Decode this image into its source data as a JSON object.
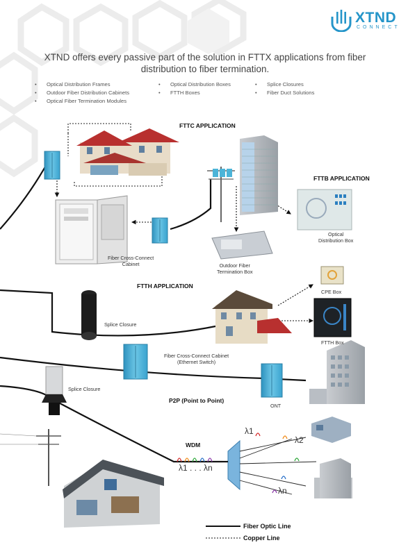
{
  "brand": {
    "name": "XTND",
    "tagline": "CONNECT",
    "color": "#2595c9"
  },
  "intro": "XTND offers every passive part of the solution in FTTX applications from fiber distribution to fiber termination.",
  "bullets": {
    "col1": [
      "Optical Distribution Frames",
      "Outdoor Fiber Distribution Cabinets",
      "Optical Fiber Termination Modules"
    ],
    "col2": [
      "Optical Distribution Boxes",
      "FTTH Boxes"
    ],
    "col3": [
      "Splice Closures",
      "Fiber Duct Solutions"
    ]
  },
  "sections": {
    "fttc": "FTTC APPLICATION",
    "fttb": "FTTB APPLICATION",
    "ftth": "FTTH APPLICATION",
    "p2p": "P2P (Point to Point)",
    "wdm": "WDM"
  },
  "labels": {
    "fiber_cross_connect_cabinet": "Fiber Cross-Connect\nCabinet",
    "outdoor_fiber_termination_box": "Outdoor Fiber\nTermination Box",
    "optical_distribution_box": "Optical\nDistribution Box",
    "splice_closure_ftth": "Splice Closure",
    "cpe_box": "CPE Box",
    "ftth_box": "FTTH Box",
    "fcc_ethernet": "Fiber Cross-Connect Cabinet\n(Ethernet Switch)",
    "splice_closure_p2p": "Splice Closure",
    "ont": "ONT",
    "lambda_1": "λ1",
    "lambda_2": "λ2",
    "lambda_n": "λn",
    "lambda_range": "λ1 . . . λn"
  },
  "legend": {
    "fiber": "Fiber Optic Line",
    "copper": "Copper Line"
  },
  "colors": {
    "cabinet": "#4cb4d8",
    "cable": "#111111",
    "copper": "#222222",
    "wdm_prism": "#7ab4dd"
  }
}
